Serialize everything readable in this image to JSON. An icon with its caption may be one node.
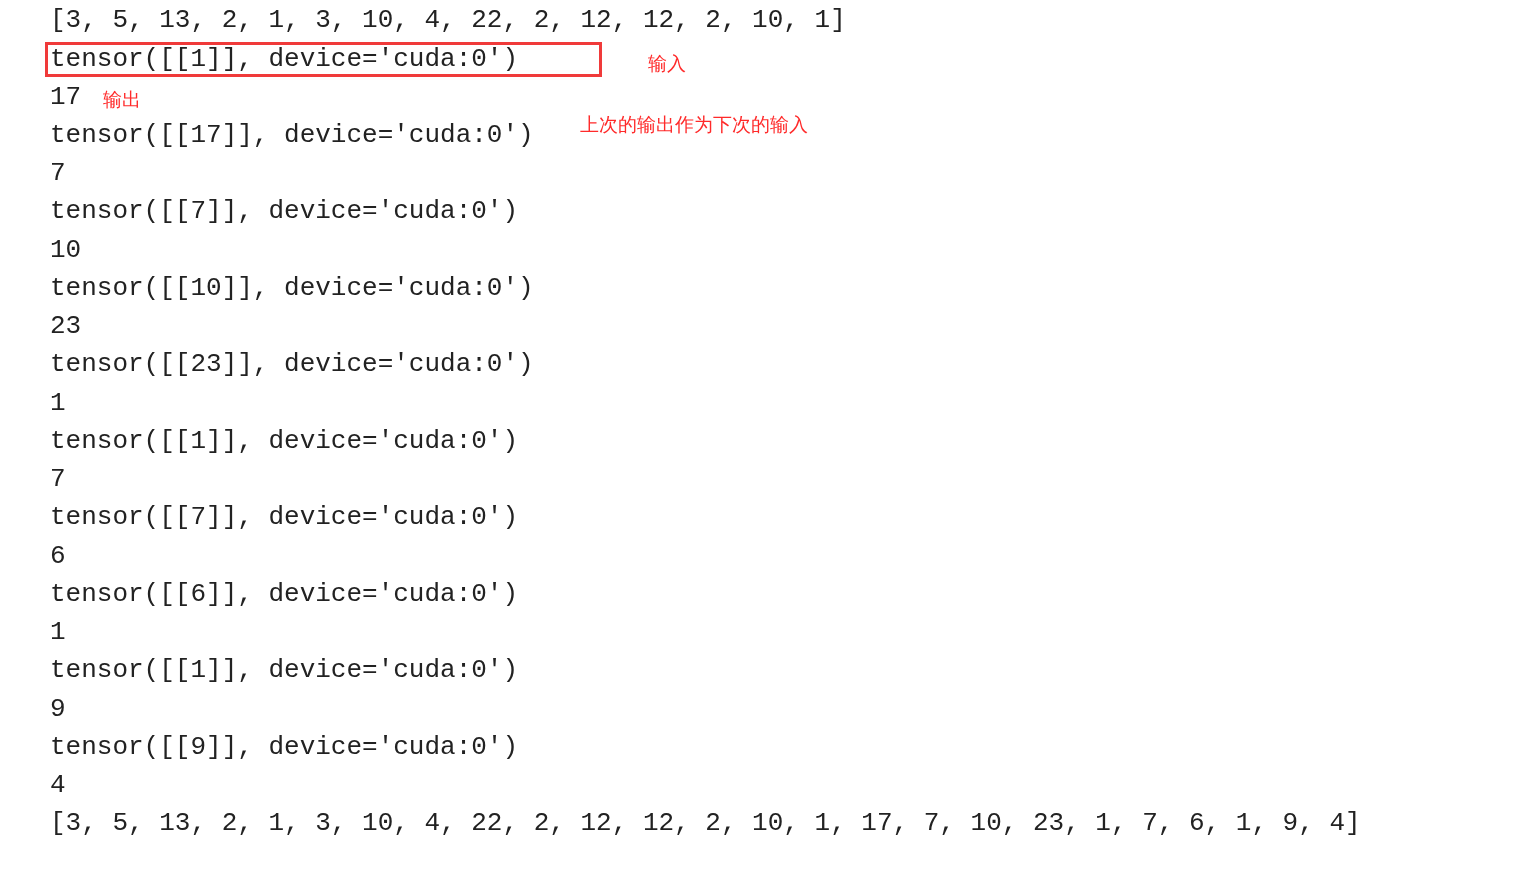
{
  "diagram": {
    "nodes": [
      {
        "text": [
          "tensor([[1]], device='cuda:0')"
        ],
        "beside": [
          "输入"
        ]
      }
    ],
    "labels": [
      "[3, 5, 13, 2, 1, 3, 10, 4, 22, 2, 12, 12, 2, 10, 1]",
      "17",
      "输出",
      "tensor([[17]], device='cuda:0')",
      "上次的输出作为下次的输入",
      "7",
      "tensor([[7]], device='cuda:0')",
      "10",
      "tensor([[10]], device='cuda:0')",
      "23",
      "tensor([[23]], device='cuda:0')",
      "1",
      "tensor([[1]], device='cuda:0')",
      "7",
      "tensor([[7]], device='cuda:0')",
      "6",
      "tensor([[6]], device='cuda:0')",
      "1",
      "tensor([[1]], device='cuda:0')",
      "9",
      "tensor([[9]], device='cuda:0')",
      "4",
      "[3, 5, 13, 2, 1, 3, 10, 4, 22, 2, 12, 12, 2, 10, 1, 17, 7, 10, 23, 1, 7, 6, 1, 9, 4]"
    ]
  }
}
